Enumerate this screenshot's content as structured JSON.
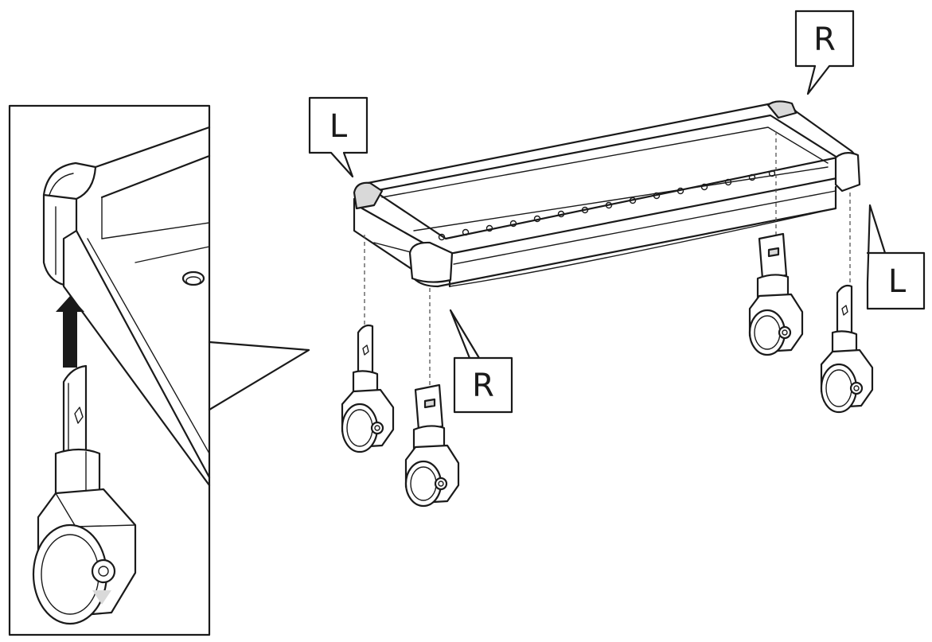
{
  "callouts": {
    "top_left": "L",
    "top_right": "R",
    "bottom_right": "L",
    "bottom_left": "R"
  },
  "colors": {
    "line": "#1a1a1a",
    "background": "#ffffff",
    "shade": "#d9d9d9"
  },
  "icons": {
    "insert_arrow": "arrow-up-icon"
  }
}
